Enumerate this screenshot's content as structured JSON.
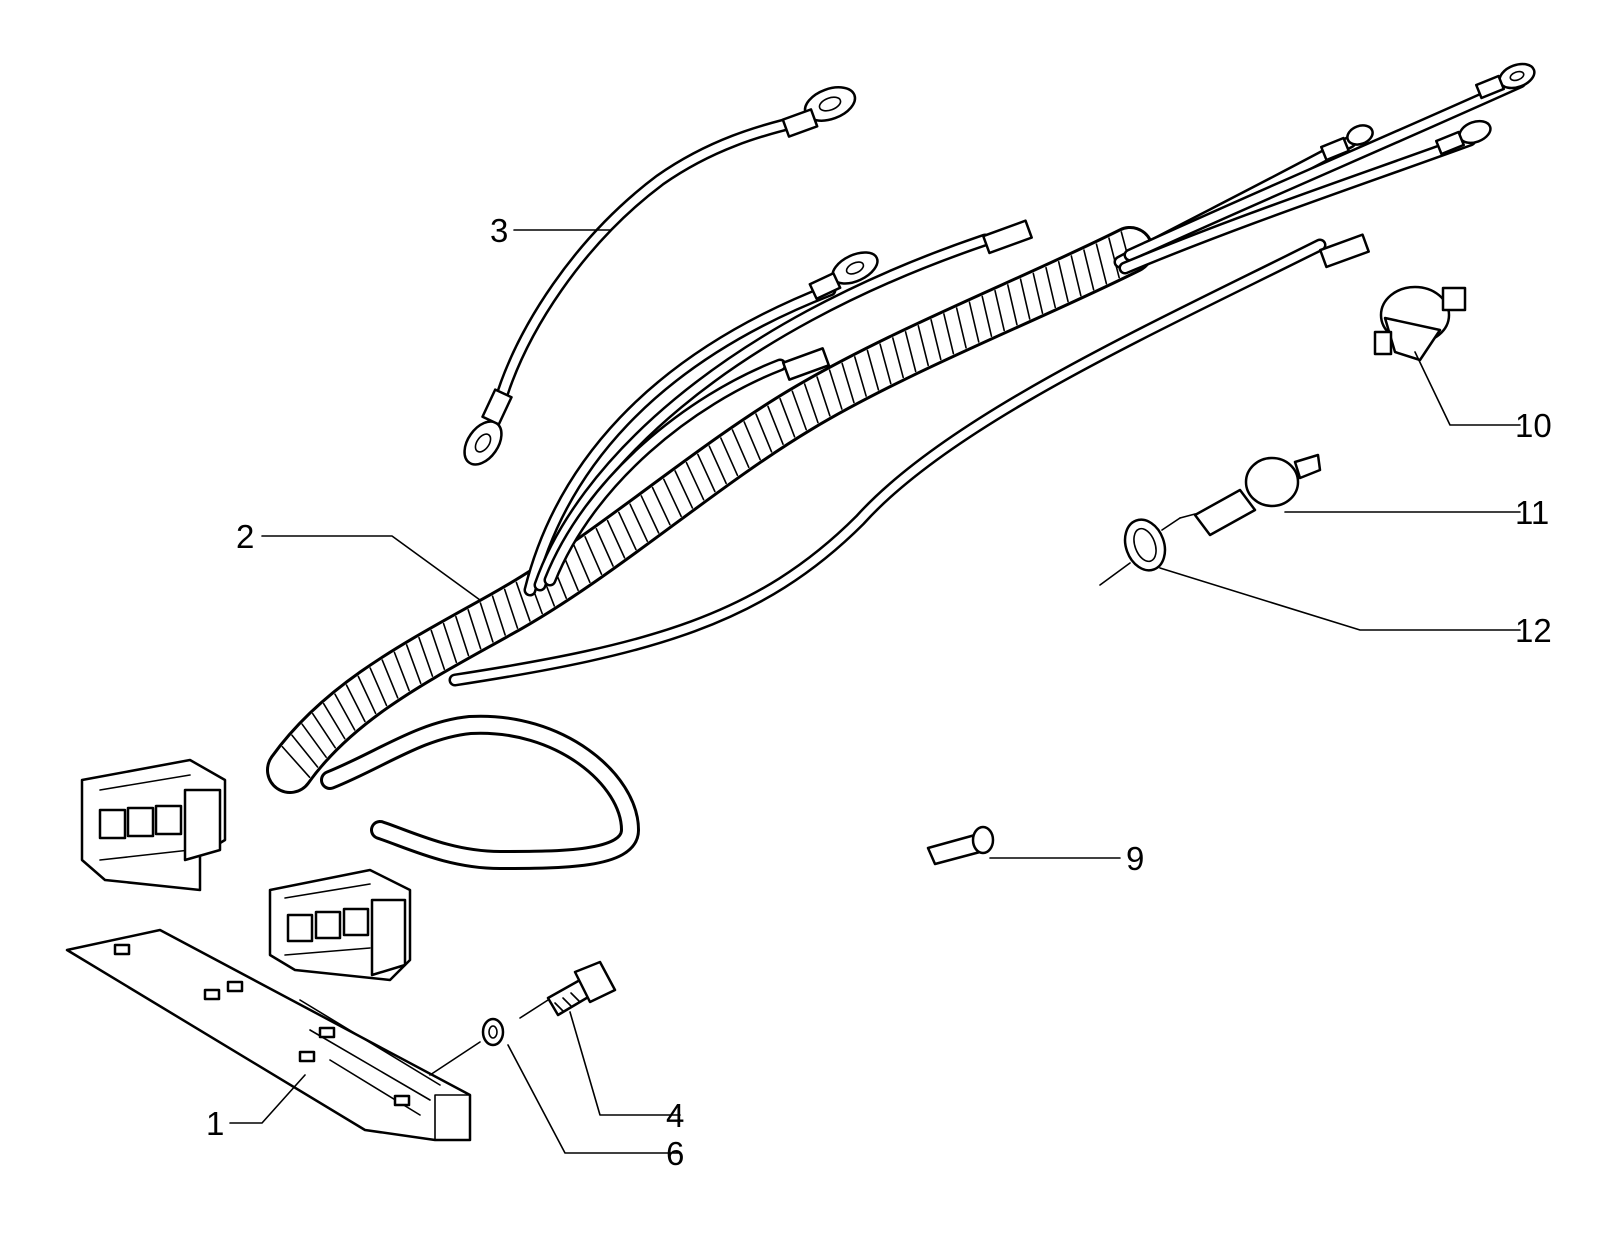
{
  "diagram": {
    "type": "exploded parts diagram",
    "subject": "wiring harness",
    "callouts": [
      {
        "id": "c1",
        "label": "1"
      },
      {
        "id": "c2",
        "label": "2"
      },
      {
        "id": "c3",
        "label": "3"
      },
      {
        "id": "c4",
        "label": "4"
      },
      {
        "id": "c6",
        "label": "6"
      },
      {
        "id": "c9",
        "label": "9"
      },
      {
        "id": "c10",
        "label": "10"
      },
      {
        "id": "c11",
        "label": "11"
      },
      {
        "id": "c12",
        "label": "12"
      }
    ],
    "colors": {
      "line": "#000000",
      "background": "#ffffff"
    }
  }
}
